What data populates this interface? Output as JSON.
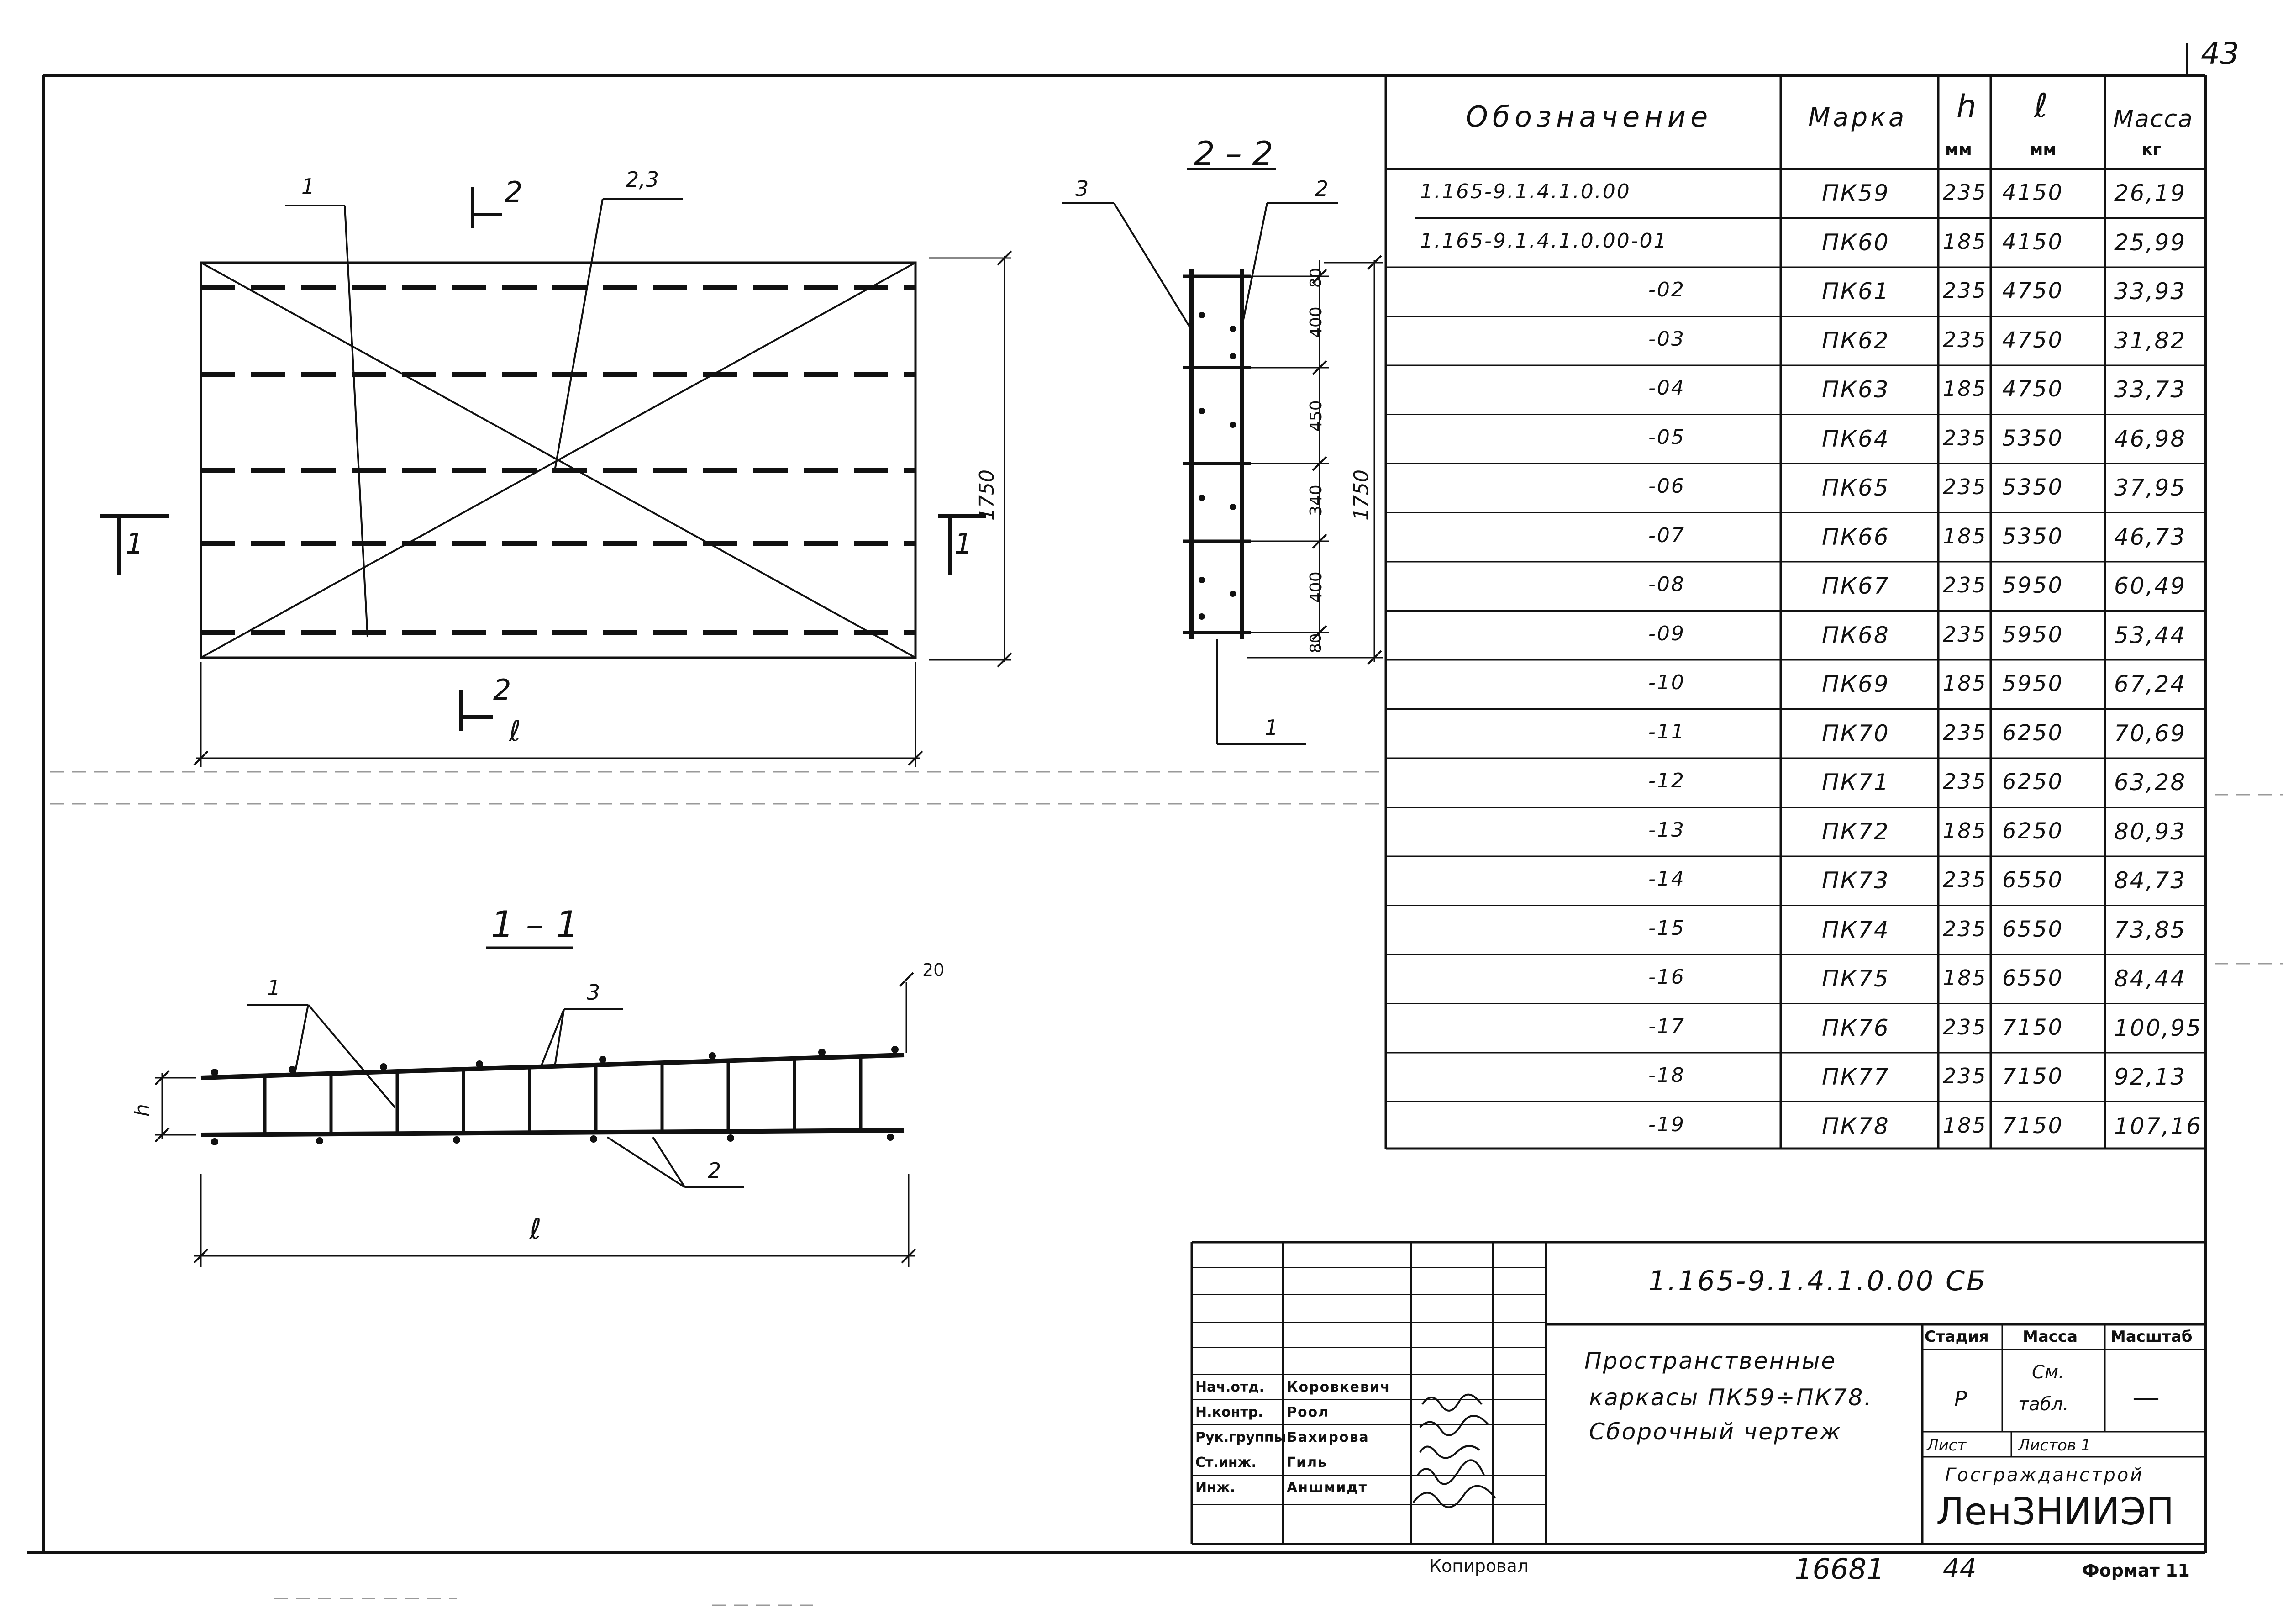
{
  "sheet_number": "43",
  "views": {
    "plan": {
      "dim_height": "1750",
      "dim_length": "ℓ",
      "callout_1": "1",
      "callout_23": "2,3",
      "section_2_top": "2",
      "section_2_bottom": "2",
      "section_1_left": "1",
      "section_1_right": "1"
    },
    "section_2_2": {
      "title": "2 – 2",
      "callout_3": "3",
      "callout_2": "2",
      "callout_1": "1",
      "dim_80_top": "80",
      "dim_400_a": "400",
      "dim_450": "450",
      "dim_340": "340",
      "dim_400_b": "400",
      "dim_80_bottom": "80",
      "dim_total": "1750"
    },
    "section_1_1": {
      "title": "1 – 1",
      "callout_1": "1",
      "callout_3": "3",
      "callout_2": "2",
      "dim_20": "20",
      "dim_h": "h",
      "dim_length": "ℓ"
    }
  },
  "table": {
    "headers": {
      "designation": "Обозначение",
      "mark": "Марка",
      "h": "h",
      "h_unit": "мм",
      "l": "ℓ",
      "l_unit": "мм",
      "mass": "Масса",
      "mass_unit": "кг"
    },
    "rows": [
      {
        "designation": "1.165-9.1.4.1.0.00",
        "mark": "ПК59",
        "h": "235",
        "l": "4150",
        "mass": "26,19"
      },
      {
        "designation": "1.165-9.1.4.1.0.00-01",
        "mark": "ПК60",
        "h": "185",
        "l": "4150",
        "mass": "25,99"
      },
      {
        "designation": "-02",
        "mark": "ПК61",
        "h": "235",
        "l": "4750",
        "mass": "33,93"
      },
      {
        "designation": "-03",
        "mark": "ПК62",
        "h": "235",
        "l": "4750",
        "mass": "31,82"
      },
      {
        "designation": "-04",
        "mark": "ПК63",
        "h": "185",
        "l": "4750",
        "mass": "33,73"
      },
      {
        "designation": "-05",
        "mark": "ПК64",
        "h": "235",
        "l": "5350",
        "mass": "46,98"
      },
      {
        "designation": "-06",
        "mark": "ПК65",
        "h": "235",
        "l": "5350",
        "mass": "37,95"
      },
      {
        "designation": "-07",
        "mark": "ПК66",
        "h": "185",
        "l": "5350",
        "mass": "46,73"
      },
      {
        "designation": "-08",
        "mark": "ПК67",
        "h": "235",
        "l": "5950",
        "mass": "60,49"
      },
      {
        "designation": "-09",
        "mark": "ПК68",
        "h": "235",
        "l": "5950",
        "mass": "53,44"
      },
      {
        "designation": "-10",
        "mark": "ПК69",
        "h": "185",
        "l": "5950",
        "mass": "67,24"
      },
      {
        "designation": "-11",
        "mark": "ПК70",
        "h": "235",
        "l": "6250",
        "mass": "70,69"
      },
      {
        "designation": "-12",
        "mark": "ПК71",
        "h": "235",
        "l": "6250",
        "mass": "63,28"
      },
      {
        "designation": "-13",
        "mark": "ПК72",
        "h": "185",
        "l": "6250",
        "mass": "80,93"
      },
      {
        "designation": "-14",
        "mark": "ПК73",
        "h": "235",
        "l": "6550",
        "mass": "84,73"
      },
      {
        "designation": "-15",
        "mark": "ПК74",
        "h": "235",
        "l": "6550",
        "mass": "73,85"
      },
      {
        "designation": "-16",
        "mark": "ПК75",
        "h": "185",
        "l": "6550",
        "mass": "84,44"
      },
      {
        "designation": "-17",
        "mark": "ПК76",
        "h": "235",
        "l": "7150",
        "mass": "100,95"
      },
      {
        "designation": "-18",
        "mark": "ПК77",
        "h": "235",
        "l": "7150",
        "mass": "92,13"
      },
      {
        "designation": "-19",
        "mark": "ПК78",
        "h": "185",
        "l": "7150",
        "mass": "107,16"
      }
    ]
  },
  "title_block": {
    "document_code": "1.165-9.1.4.1.0.00 СБ",
    "title_line1": "Пространственные",
    "title_line2": "каркасы ПК59÷ПК78.",
    "title_line3": "Сборочный чертеж",
    "stage_label": "Стадия",
    "mass_label": "Масса",
    "scale_label": "Масштаб",
    "stage_value": "Р",
    "mass_value_line1": "См.",
    "mass_value_line2": "табл.",
    "scale_value": "—",
    "sheet_label": "Лист",
    "sheets_label": "Листов 1",
    "organization_line1": "Госгражданстрой",
    "organization_line2": "ЛенЗНИИЭП",
    "staff": [
      {
        "role": "Нач.отд.",
        "name": "Коровкевич"
      },
      {
        "role": "Н.контр.",
        "name": "Роол"
      },
      {
        "role": "Рук.группы",
        "name": "Бахирова"
      },
      {
        "role": "Ст.инж.",
        "name": "Гиль"
      },
      {
        "role": "Инж.",
        "name": "Аншмидт"
      }
    ]
  },
  "footer": {
    "copied": "Копировал",
    "inventory": "16681",
    "number": "44",
    "format": "Формат 11"
  }
}
